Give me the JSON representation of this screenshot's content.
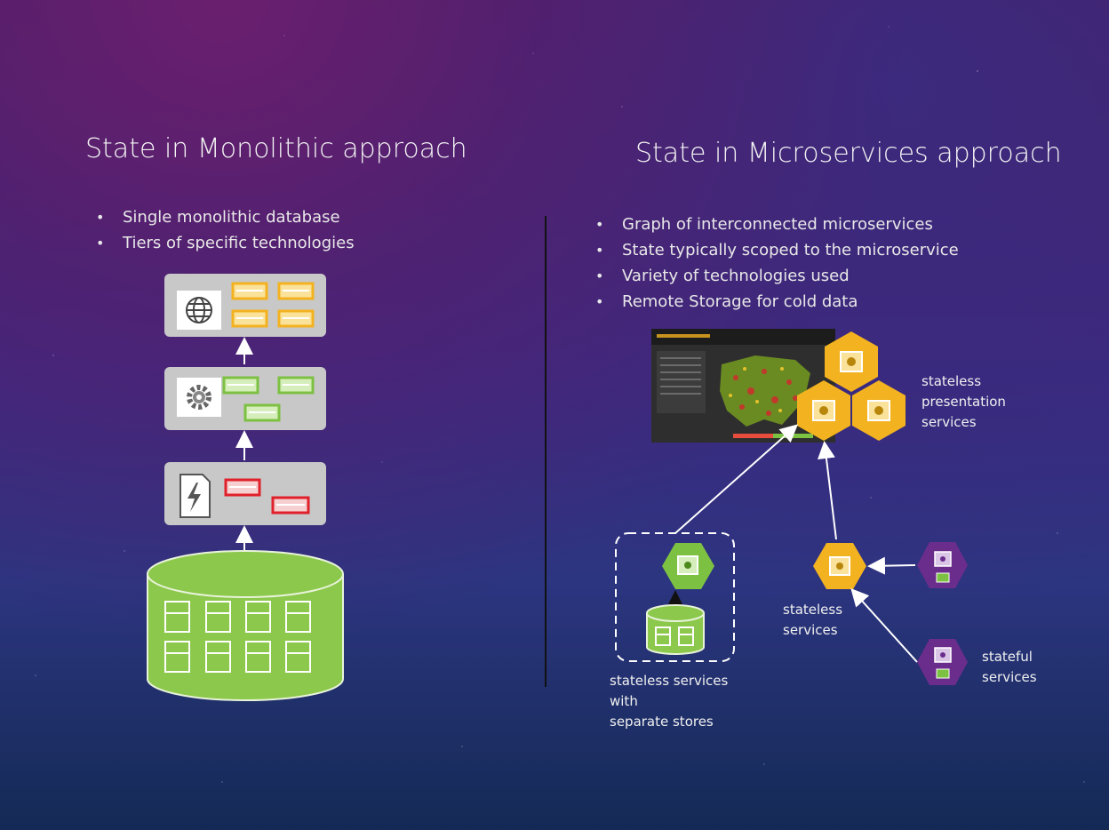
{
  "left": {
    "title": "State in Monolithic approach",
    "bullets": [
      "Single monolithic database",
      "Tiers of specific technologies"
    ]
  },
  "right": {
    "title": "State in Microservices approach",
    "bullets": [
      "Graph of interconnected microservices",
      "State typically scoped to the microservice",
      "Variety of technologies used",
      "Remote Storage for cold data"
    ],
    "labels": {
      "stateless_presentation": "stateless\npresentation\nservices",
      "stateless": "stateless\nservices",
      "stateful": "stateful\nservices",
      "separate_stores": "stateless services\nwith\nseparate stores"
    }
  },
  "colors": {
    "hex_orange": "#f3b21f",
    "hex_green": "#7dc142",
    "hex_purple": "#6b2d8c",
    "db_green": "#8cc84b",
    "tier_gray": "#c8c8c8",
    "red_box": "#e0202a"
  },
  "icons": [
    "globe-icon",
    "gear-icon",
    "power-icon",
    "database-icon",
    "map-screenshot"
  ]
}
